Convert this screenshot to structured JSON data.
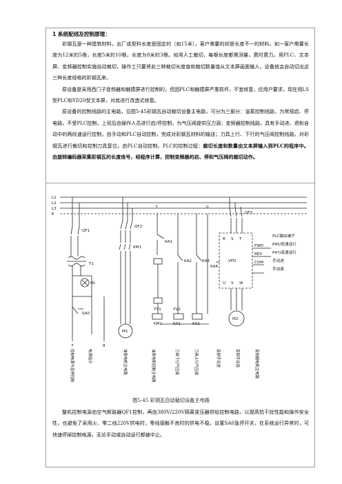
{
  "section": {
    "heading": "1 系统配线及控制原理：",
    "p1": "彩钢瓦是一种建筑材料，出厂成型料长度是固定的（如15米），客户需要的却是长度不一的材料。如一客户需要长度为12米的5根，长度5米的10根，长度为8米的3根。如用人工裁切，每根长度都需测量，费时费力。用PLC、文本屏、变频器控制实施自动裁切，操作工只要将此三种裁切长度值和裁切数量值从文本屏画面输入，设备就会自动切出这三种长度规格的彩钢瓦来。",
    "p2": "原设备是采用西门子变频器和触摸屏进行控制的，但因PLC和触摸屏严重损坏，不宜修复，应用户要求，现在用LS型PLC和YD20型文本屏，对其进行改造式修复。",
    "p3_plain": "原设备的控制线路的主电路，见图5-45彩钢瓦自动裁切设备主电路，可分为三部分：油泵控制线路，为常规启、停电路，不受PLC控制，上班后由操作人员进行启/停控制，为气压阀提供压力源；变频器控制线路，具有手动进、退和自动中的两段速运行控制，由手动和PLC自动控制，完成对彩钢瓦材料的输送；刀具上行、下行的气压阀控制线路，对彩钢瓦进行裁切和控制刀具复位，由PLC自动控制。PLC的控制过程：",
    "p3_bold": "裁切长度和数量由文本屏输入到PLC的程序中。由旋转编码器采集彩钢瓦的长度信号，经程序计算，控制变频器的启、停和气压阀的裁切动作。"
  },
  "figure": {
    "caption": "图5-45  彩钢瓦自动裁切设备主电路",
    "bus_labels": [
      "L1",
      "L2",
      "L3",
      "E"
    ],
    "breakers": [
      "QF1",
      "QF2",
      "QF3"
    ],
    "contactors": [
      "KM1",
      "KA1",
      "KA2",
      "KA3",
      "KA4"
    ],
    "coils": [
      "KM1",
      "KA1",
      "KA2",
      "YV1",
      "YV2"
    ],
    "nodes": [
      "7",
      "0",
      "8"
    ],
    "transformer": "T1",
    "lamp": "HL",
    "estop": "SA0",
    "motors": [
      "M1",
      "M2"
    ],
    "vfd": {
      "inputs": [
        "R",
        "S",
        "T"
      ],
      "outputs": [
        "U",
        "V",
        "W"
      ],
      "name": "VFD",
      "terms": [
        "FWD",
        "REV",
        "COM"
      ]
    },
    "plc_label": "PLC输出端子",
    "plc_terms": [
      "P45/低速运行",
      "P47/高速运行",
      "手动进",
      "手动退"
    ],
    "vertical_labels": [
      "控制电源与急停控制",
      "电源指示",
      "油泵电机主电路",
      "油泵电机控制主电路",
      "刀具下行气压阀",
      "刀具上行气压阀",
      "变频手动进",
      "变频手动退",
      "变频器电机主电路"
    ]
  },
  "bottom": {
    "p": "整机控制电源由空气断路器QF1控制，再由380V/220V隔离变压器供给控制电路，以提高抗干扰性能和操作安全性，也避免了采用火、零二线220V供电时，零线接触不良时的供电不稳。设置SA0急停开关，在系统运行异常时，可快速停掉控制电源，无论手动或自动运行都被中止。"
  }
}
